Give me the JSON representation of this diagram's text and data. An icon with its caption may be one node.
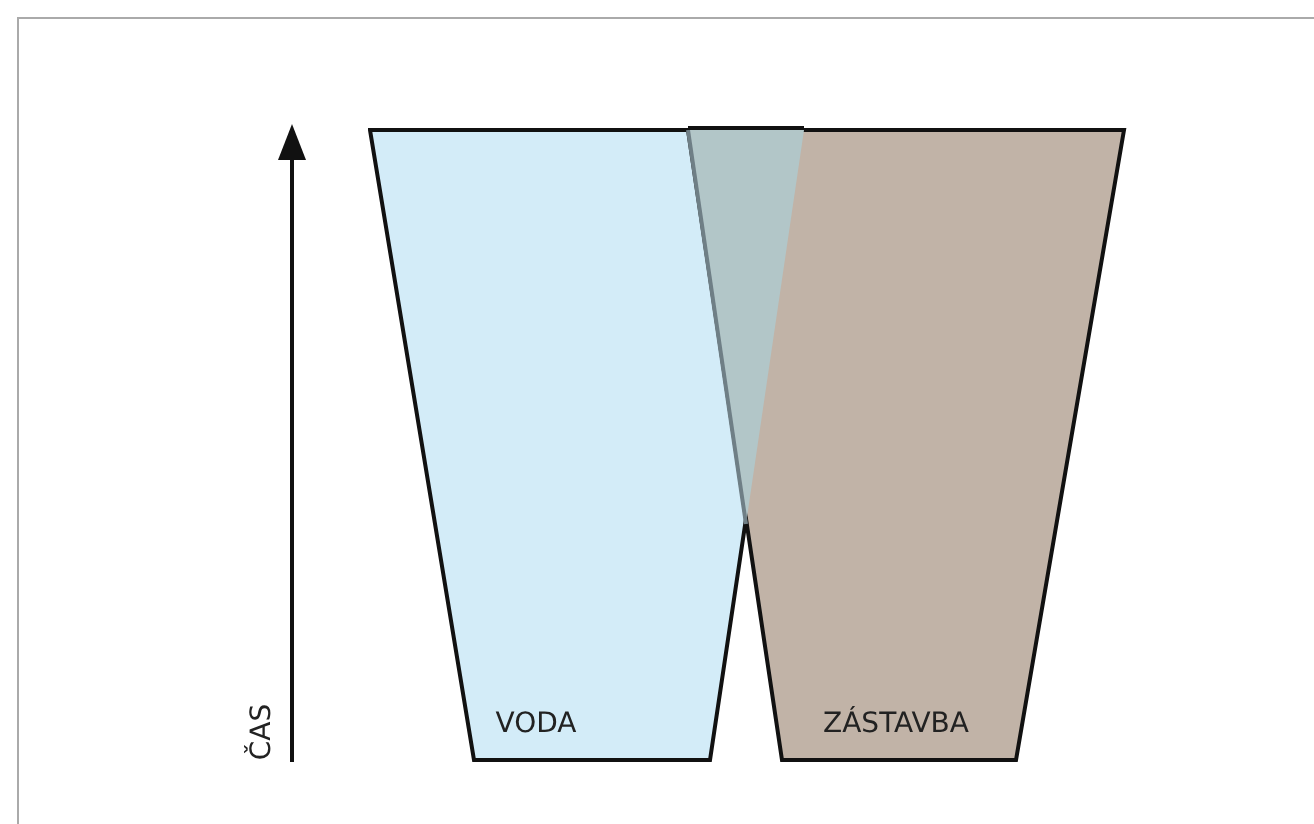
{
  "diagram": {
    "nodes": [
      {
        "text": [
          "VODA"
        ]
      },
      {
        "text": [
          "ZÁSTAVBA"
        ]
      }
    ],
    "edges": [],
    "labels": [
      "ČAS"
    ]
  }
}
